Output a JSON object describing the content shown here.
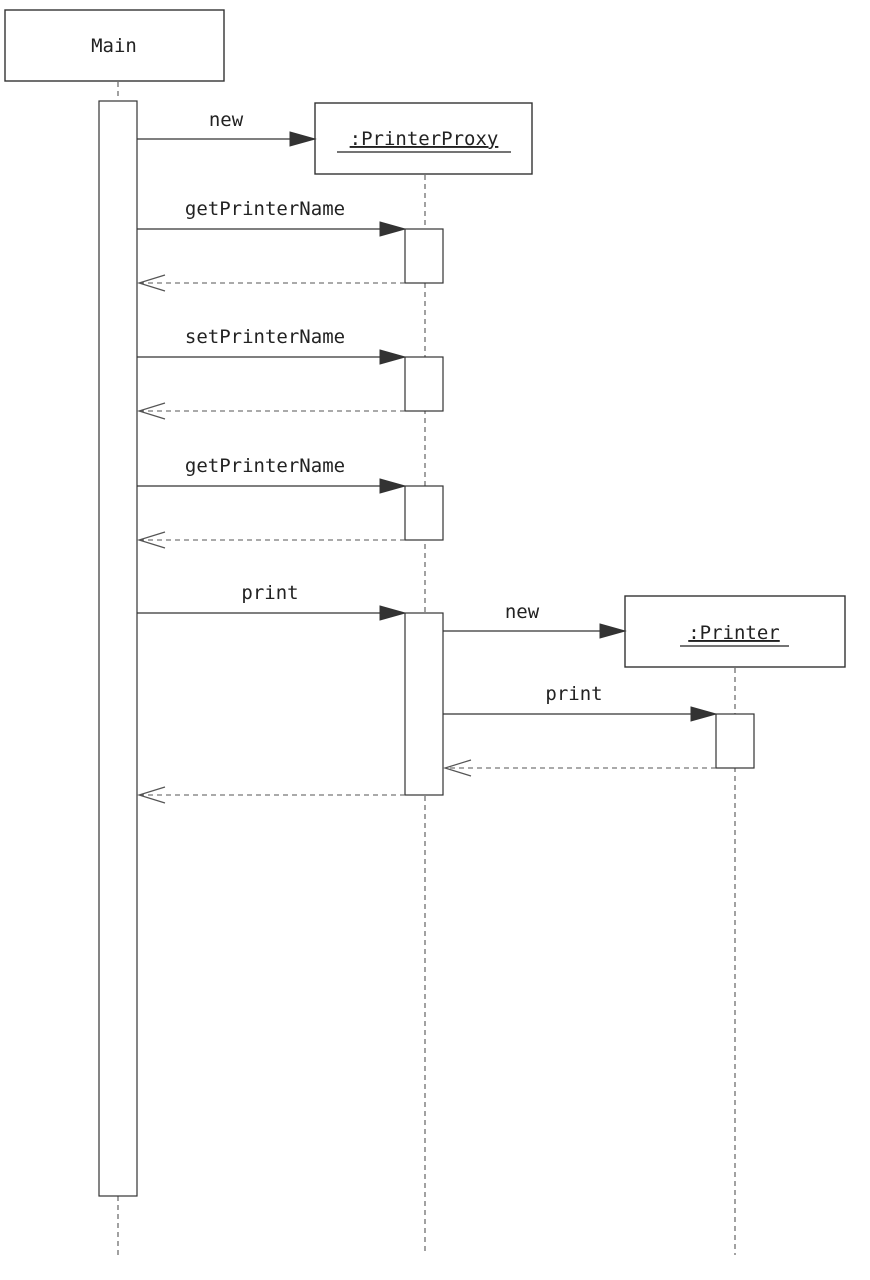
{
  "diagram": {
    "type": "uml-sequence",
    "participants": [
      {
        "id": "main",
        "label": "Main",
        "underlined": false
      },
      {
        "id": "proxy",
        "label": ":PrinterProxy",
        "underlined": true
      },
      {
        "id": "printer",
        "label": ":Printer",
        "underlined": true
      }
    ],
    "messages": [
      {
        "label": "new",
        "from": "main",
        "to": "proxy",
        "kind": "create"
      },
      {
        "label": "getPrinterName",
        "from": "main",
        "to": "proxy",
        "kind": "call"
      },
      {
        "label": "",
        "from": "proxy",
        "to": "main",
        "kind": "return"
      },
      {
        "label": "setPrinterName",
        "from": "main",
        "to": "proxy",
        "kind": "call"
      },
      {
        "label": "",
        "from": "proxy",
        "to": "main",
        "kind": "return"
      },
      {
        "label": "getPrinterName",
        "from": "main",
        "to": "proxy",
        "kind": "call"
      },
      {
        "label": "",
        "from": "proxy",
        "to": "main",
        "kind": "return"
      },
      {
        "label": "print",
        "from": "main",
        "to": "proxy",
        "kind": "call"
      },
      {
        "label": "new",
        "from": "proxy",
        "to": "printer",
        "kind": "create"
      },
      {
        "label": "print",
        "from": "proxy",
        "to": "printer",
        "kind": "call"
      },
      {
        "label": "",
        "from": "printer",
        "to": "proxy",
        "kind": "return"
      },
      {
        "label": "",
        "from": "proxy",
        "to": "main",
        "kind": "return"
      }
    ],
    "colors": {
      "stroke": "#333333",
      "text": "#222222",
      "background": "#ffffff"
    }
  }
}
